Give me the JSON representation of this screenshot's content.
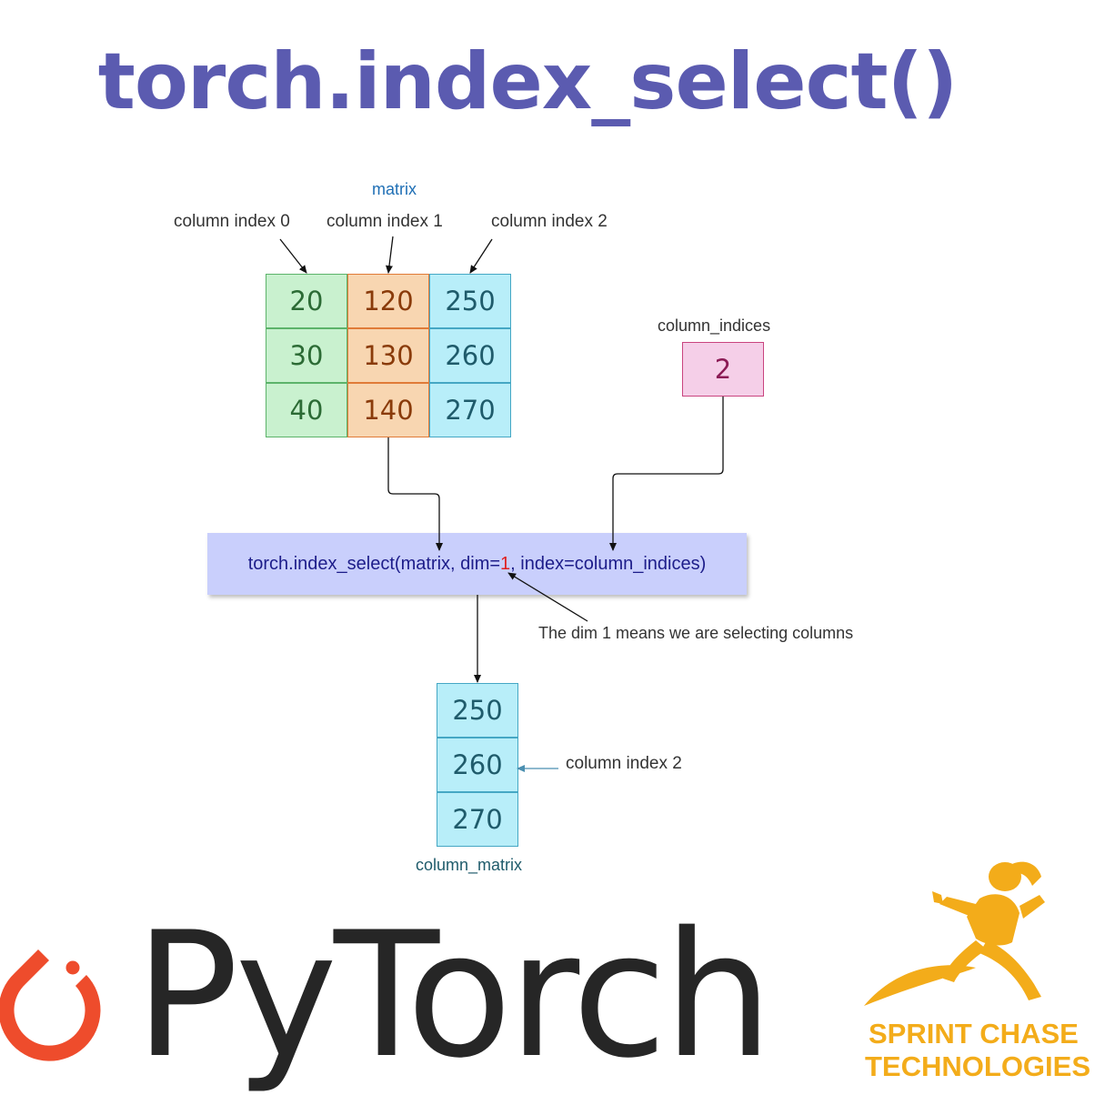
{
  "title": "torch.index_select()",
  "matrix": {
    "label": "matrix",
    "column_labels": [
      "column index 0",
      "column index 1",
      "column index 2"
    ],
    "rows": [
      [
        "20",
        "120",
        "250"
      ],
      [
        "30",
        "130",
        "260"
      ],
      [
        "40",
        "140",
        "270"
      ]
    ]
  },
  "indices": {
    "label": "column_indices",
    "value": "2"
  },
  "function_call": {
    "prefix": "torch.index_select(matrix, dim=",
    "dim": "1",
    "suffix": ", index=column_indices)"
  },
  "dim_note": "The dim 1 means we are selecting columns",
  "result": {
    "label": "column_matrix",
    "values": [
      "250",
      "260",
      "270"
    ],
    "side_label": "column index 2"
  },
  "logos": {
    "pytorch": "PyTorch",
    "company_line1": "SPRINT CHASE",
    "company_line2": "TECHNOLOGIES"
  },
  "colors": {
    "title": "#5b5bb0",
    "green": "#c9f1cf",
    "orange": "#f8d6b1",
    "cyan": "#b8eef9",
    "pink": "#f5cfe8",
    "function_box": "#c9cffc",
    "pytorch_flame": "#ee4c2c",
    "company": "#f3ac1a"
  }
}
